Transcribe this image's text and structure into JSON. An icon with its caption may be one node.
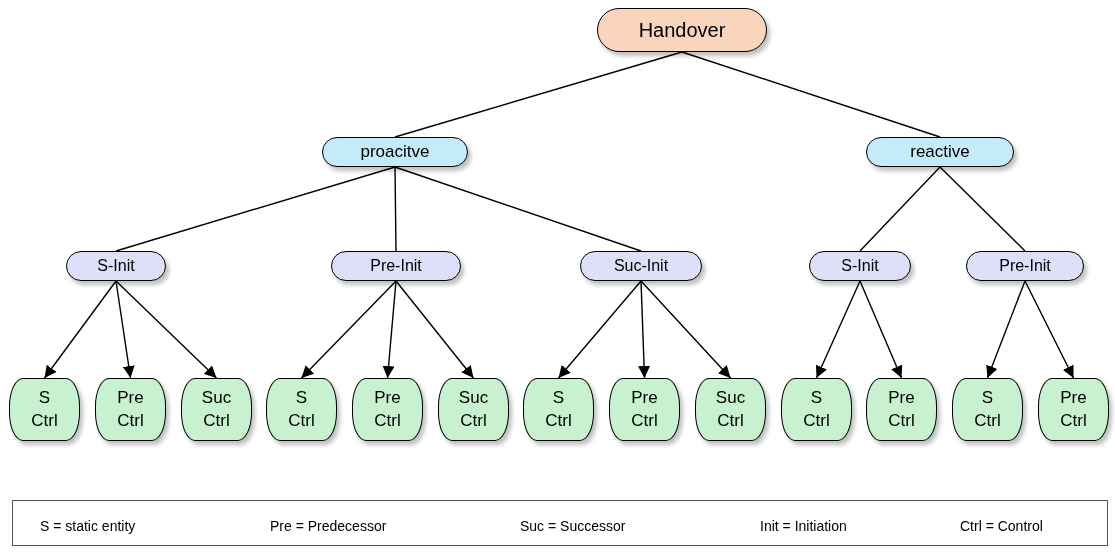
{
  "diagram": {
    "nodes": [
      {
        "text": [
          "Handover"
        ]
      },
      {
        "text": [
          "proacitve"
        ]
      },
      {
        "text": [
          "reactive"
        ]
      },
      {
        "text": [
          "S-Init"
        ]
      },
      {
        "text": [
          "Pre-Init"
        ]
      },
      {
        "text": [
          "Suc-Init"
        ]
      },
      {
        "text": [
          "S-Init"
        ]
      },
      {
        "text": [
          "Pre-Init"
        ]
      },
      {
        "text": [
          "S Ctrl"
        ]
      },
      {
        "text": [
          "Pre Ctrl"
        ]
      },
      {
        "text": [
          "Suc Ctrl"
        ]
      },
      {
        "text": [
          "S Ctrl"
        ]
      },
      {
        "text": [
          "Pre Ctrl"
        ]
      },
      {
        "text": [
          "Suc Ctrl"
        ]
      },
      {
        "text": [
          "S Ctrl"
        ]
      },
      {
        "text": [
          "Pre Ctrl"
        ]
      },
      {
        "text": [
          "Suc Ctrl"
        ]
      },
      {
        "text": [
          "S Ctrl"
        ]
      },
      {
        "text": [
          "Pre Ctrl"
        ]
      },
      {
        "text": [
          "S Ctrl"
        ]
      },
      {
        "text": [
          "Pre Ctrl"
        ]
      }
    ],
    "edges": [
      {
        "from": 0,
        "to": 1,
        "arrow": "none"
      },
      {
        "from": 0,
        "to": 2,
        "arrow": "none"
      },
      {
        "from": 1,
        "to": 3,
        "arrow": "none"
      },
      {
        "from": 1,
        "to": 4,
        "arrow": "none"
      },
      {
        "from": 1,
        "to": 5,
        "arrow": "none"
      },
      {
        "from": 2,
        "to": 6,
        "arrow": "none"
      },
      {
        "from": 2,
        "to": 7,
        "arrow": "none"
      },
      {
        "from": 3,
        "to": 8,
        "arrow": "to"
      },
      {
        "from": 3,
        "to": 9,
        "arrow": "to"
      },
      {
        "from": 3,
        "to": 10,
        "arrow": "to"
      },
      {
        "from": 4,
        "to": 11,
        "arrow": "to"
      },
      {
        "from": 4,
        "to": 12,
        "arrow": "to"
      },
      {
        "from": 4,
        "to": 13,
        "arrow": "to"
      },
      {
        "from": 5,
        "to": 14,
        "arrow": "to"
      },
      {
        "from": 5,
        "to": 15,
        "arrow": "to"
      },
      {
        "from": 5,
        "to": 16,
        "arrow": "to"
      },
      {
        "from": 6,
        "to": 17,
        "arrow": "to"
      },
      {
        "from": 6,
        "to": 18,
        "arrow": "to"
      },
      {
        "from": 7,
        "to": 19,
        "arrow": "to"
      },
      {
        "from": 7,
        "to": 20,
        "arrow": "to"
      }
    ],
    "labels": [
      "S = static entity",
      "Pre = Predecessor",
      "Suc = Successor",
      "Init = Initiation",
      "Ctrl = Control"
    ]
  }
}
